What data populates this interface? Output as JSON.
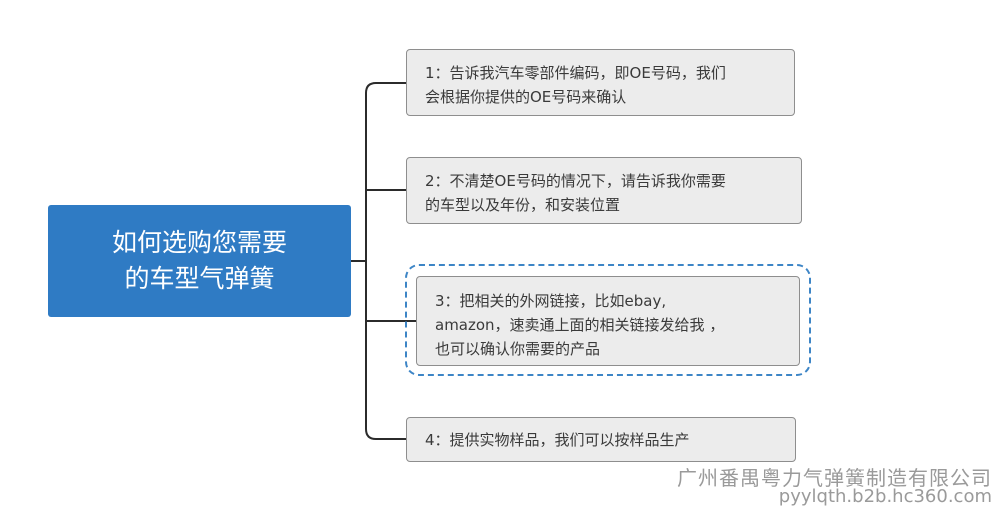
{
  "mindmap": {
    "root": {
      "line1": "如何选购您需要",
      "line2": "的车型气弹簧"
    },
    "branches": [
      {
        "id": 1,
        "lines": [
          "1：告诉我汽车零部件编码，即OE号码，我们",
          "会根据你提供的OE号码来确认"
        ]
      },
      {
        "id": 2,
        "lines": [
          "2：不清楚OE号码的情况下，请告诉我你需要",
          "的车型以及年份，和安装位置"
        ]
      },
      {
        "id": 3,
        "lines": [
          "3：把相关的外网链接，比如ebay,",
          "amazon，速卖通上面的相关链接发给我 ，",
          "也可以确认你需要的产品"
        ],
        "selected": true
      },
      {
        "id": 4,
        "lines": [
          "4：提供实物样品，我们可以按样品生产"
        ]
      }
    ]
  },
  "watermark": {
    "company": "广州番禺粤力气弹簧制造有限公司",
    "url": "pyylqth.b2b.hc360.com"
  },
  "colors": {
    "root_fill": "#2f7bc4",
    "branch_fill": "#ececec",
    "branch_border": "#8e8e8e",
    "connector": "#2b2b2b",
    "selection": "#3d85c6",
    "watermark": "#9a9a9a"
  }
}
